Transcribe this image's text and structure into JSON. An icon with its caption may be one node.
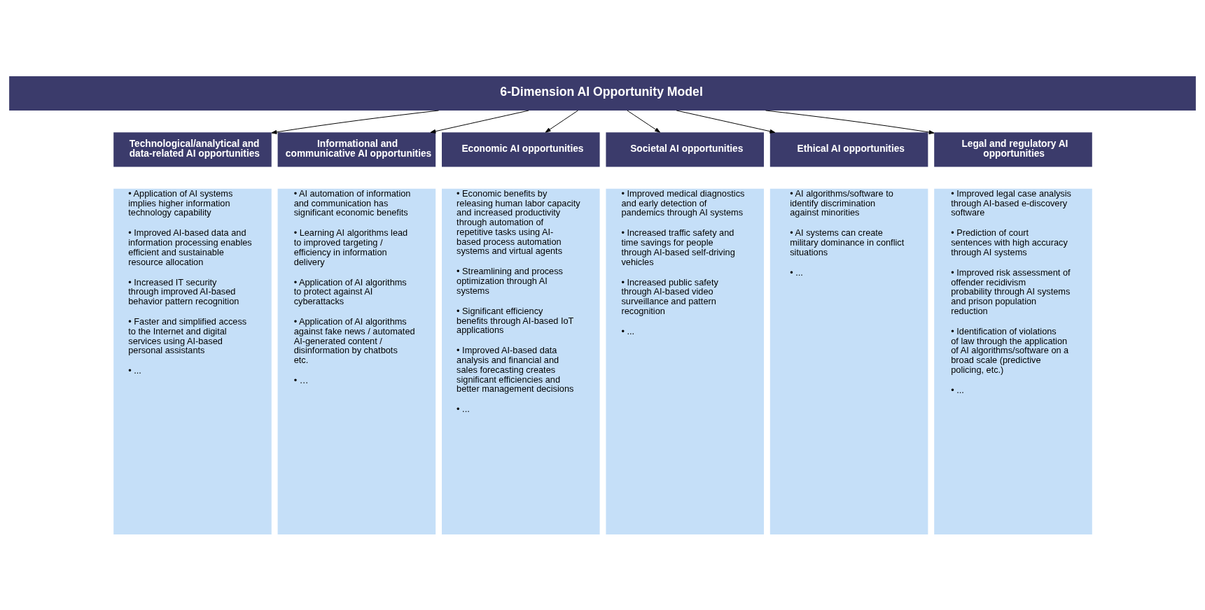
{
  "diagram": {
    "nodes": [
      {
        "text": [
          "6-Dimension AI Opportunity Model"
        ]
      },
      {
        "text": [
          "Technological/analytical and data-related AI opportunities"
        ]
      },
      {
        "text": [
          "• Application of AI systems implies higher information technology capability",
          "• Improved AI-based data and information processing enables efficient and sustainable resource allocation",
          "• Increased IT security through improved AI-based behavior pattern recognition",
          "• Faster and simplified access to the Internet and digital services using AI-based personal assistants",
          "• ..."
        ]
      },
      {
        "text": [
          "Informational and communicative AI opportunities"
        ]
      },
      {
        "text": [
          "• AI automation of information and communication has significant economic benefits",
          "• Learning AI algorithms lead to improved targeting / efficiency in information delivery",
          "• Application of AI algorithms to protect against AI cyberattacks",
          "• Application of AI algorithms against fake news / automated AI-generated content / disinformation by chatbots etc.",
          "• …"
        ]
      },
      {
        "text": [
          "Economic AI opportunities"
        ]
      },
      {
        "text": [
          "• Economic benefits by releasing human labor capacity and increased productivity through automation of repetitive tasks using AI-based process automation systems and virtual agents",
          "• Streamlining and process optimization through AI systems",
          "• Significant efficiency benefits through AI-based IoT applications",
          "• Improved AI-based data analysis and financial and sales forecasting creates significant efficiencies and better management decisions",
          "• ..."
        ]
      },
      {
        "text": [
          "Societal AI opportunities"
        ]
      },
      {
        "text": [
          "• Improved medical diagnostics and early detection of pandemics through AI systems",
          "• Increased traffic safety and time savings for people through AI-based self-driving vehicles",
          "• Increased public safety through AI-based video surveillance and pattern recognition",
          "• ..."
        ]
      },
      {
        "text": [
          "Ethical AI opportunities"
        ]
      },
      {
        "text": [
          "• AI algorithms/software to identify discrimination against minorities",
          "• AI systems can create military dominance in conflict situations",
          "• ..."
        ]
      },
      {
        "text": [
          "Legal and regulatory AI opportunities"
        ]
      },
      {
        "text": [
          "• Improved legal case analysis through AI-based e-discovery software",
          "• Prediction of court sentences with high accuracy through AI systems",
          "• Improved risk assessment of offender recidivism probability through AI systems and prison population reduction",
          "• Identification of violations of law through the application of AI algorithms/software on a broad scale (predictive policing, etc.)",
          "• ..."
        ]
      }
    ],
    "edges": [
      {
        "from": 0,
        "to": 1,
        "arrow": "to"
      },
      {
        "from": 0,
        "to": 3,
        "arrow": "to"
      },
      {
        "from": 0,
        "to": 5,
        "arrow": "to"
      },
      {
        "from": 0,
        "to": 7,
        "arrow": "to"
      },
      {
        "from": 0,
        "to": 9,
        "arrow": "to"
      },
      {
        "from": 0,
        "to": 11,
        "arrow": "to"
      }
    ]
  }
}
